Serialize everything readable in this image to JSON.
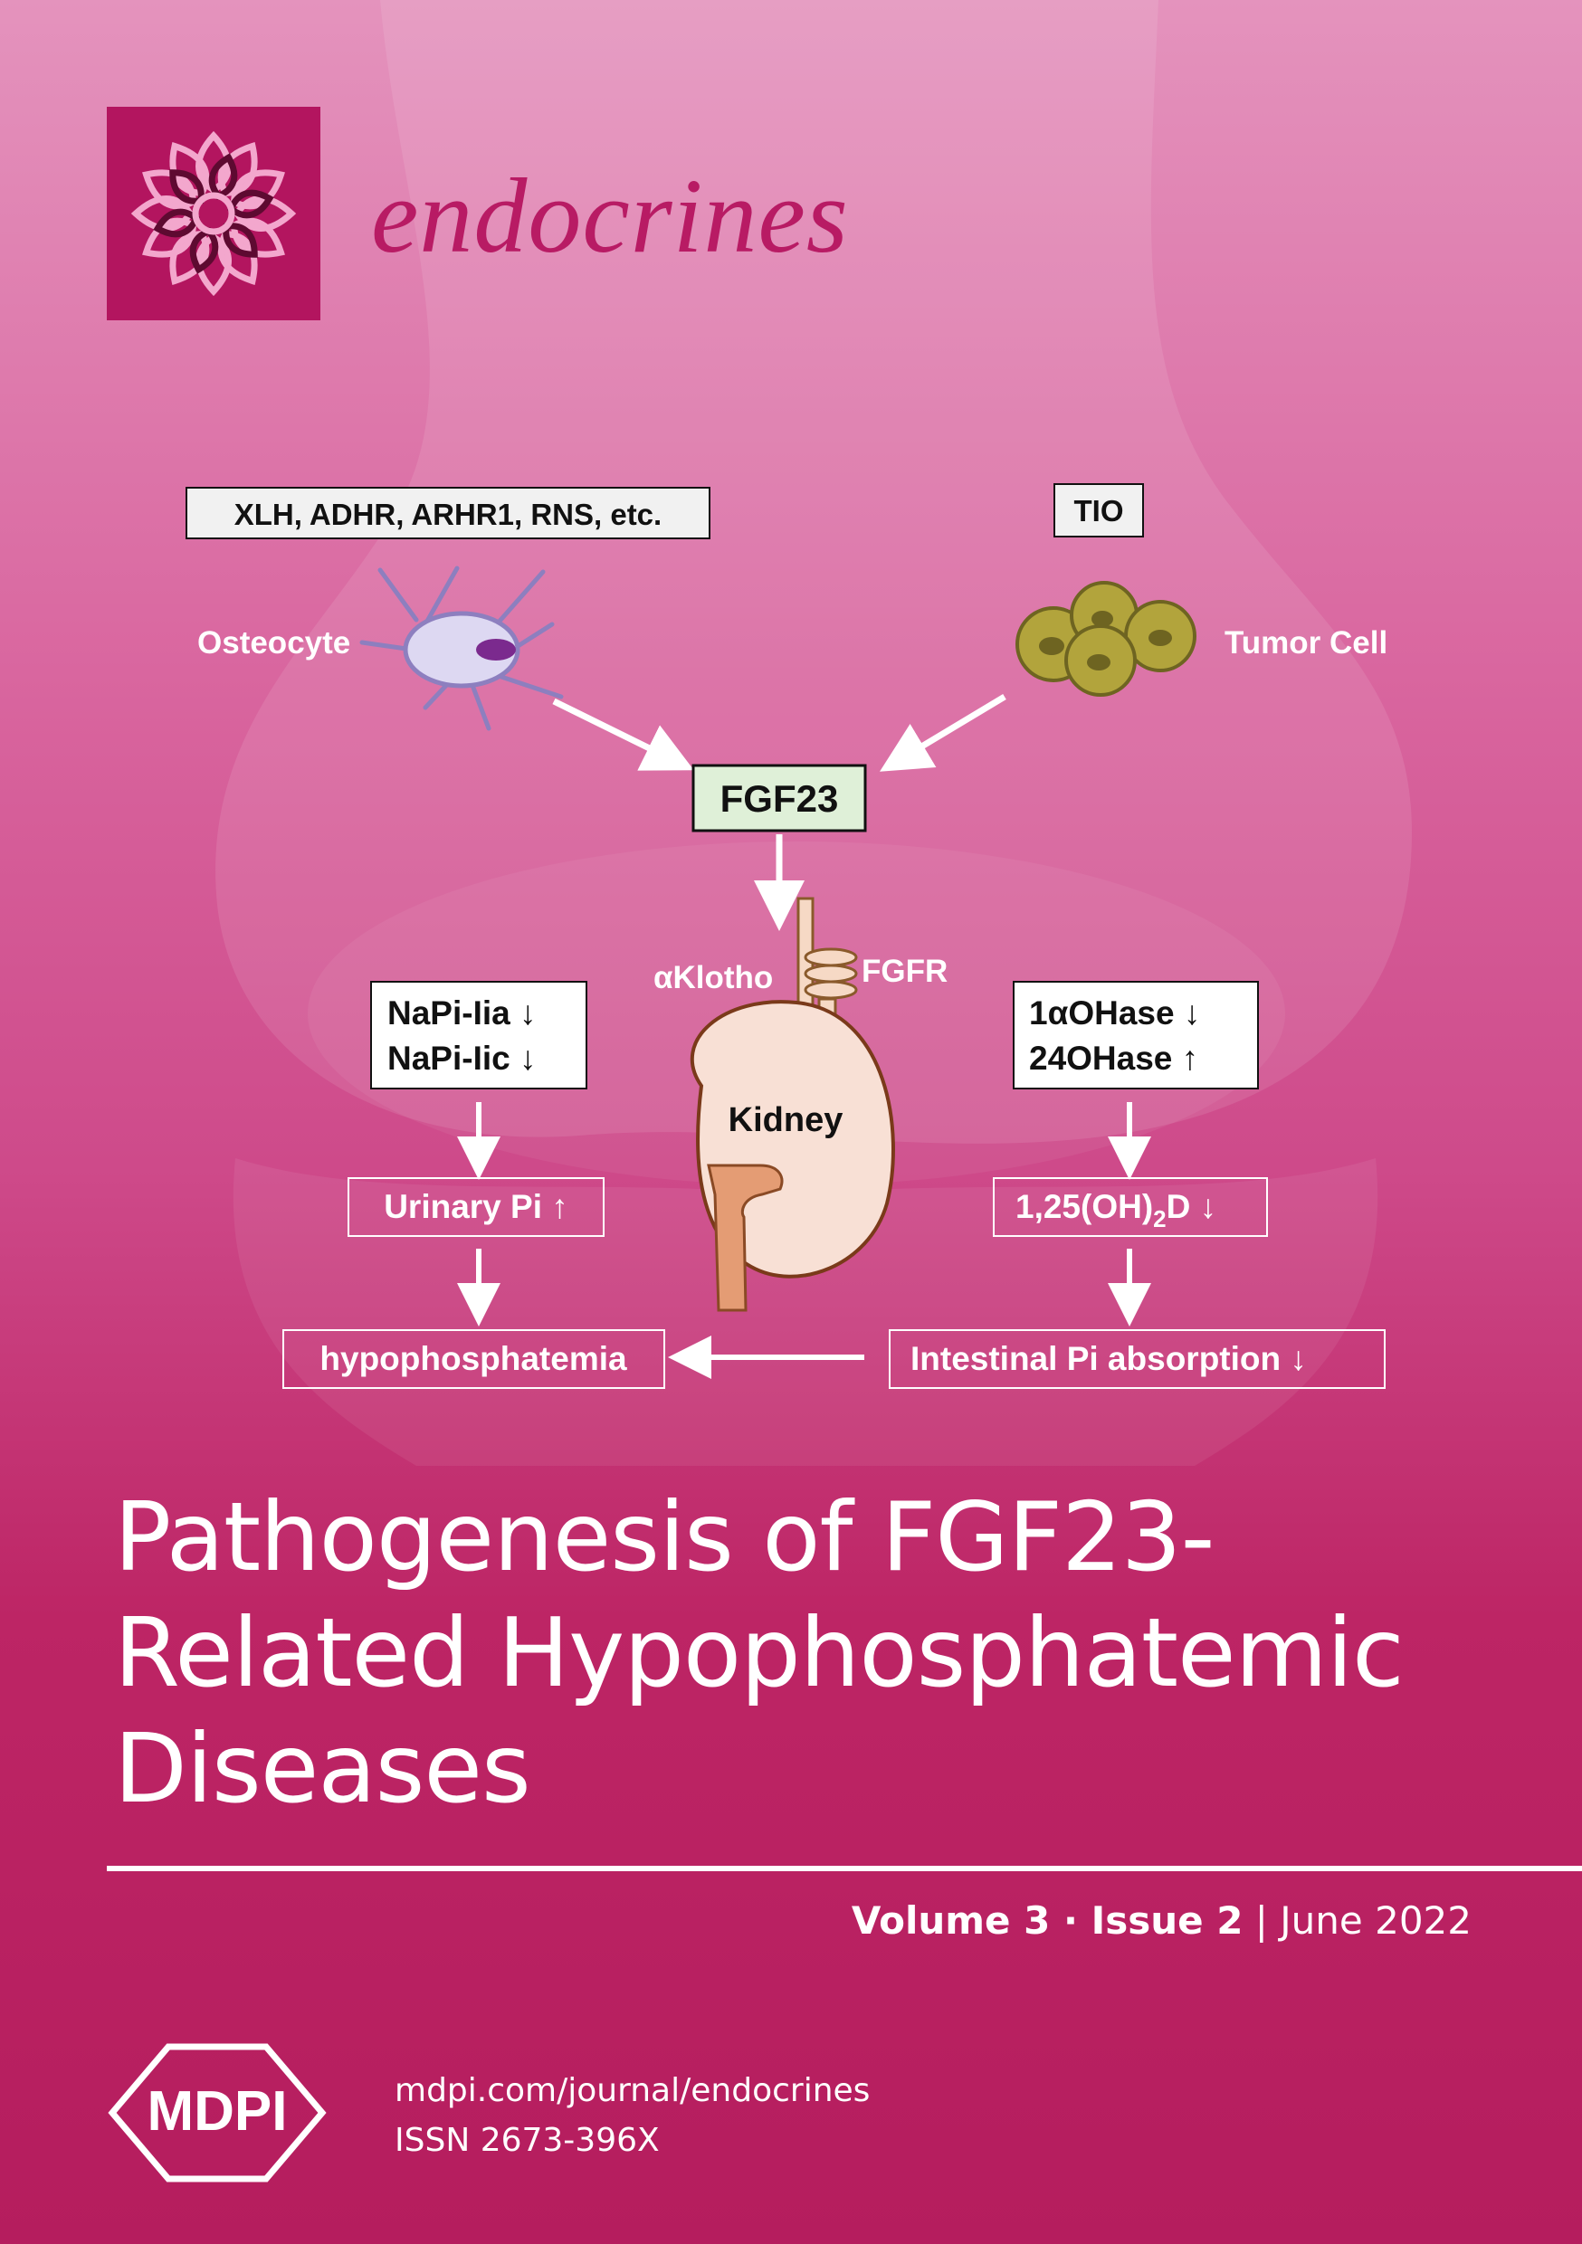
{
  "journal": {
    "name": "endocrines"
  },
  "diagram": {
    "causes_box": "XLH, ADHR, ARHR1, RNS, etc.",
    "tio_box": "TIO",
    "osteocyte": "Osteocyte",
    "tumor_cell": "Tumor  Cell",
    "fgf23": "FGF23",
    "aklotho": "αKlotho",
    "fgfr": "FGFR",
    "kidney": "Kidney",
    "napi_line1": "NaPi-Iia ↓",
    "napi_line2": "NaPi-Iic ↓",
    "ohase_line1": "1αOHase ↓",
    "ohase_line2": "24OHase ↑",
    "urinary_pi": "Urinary Pi ↑",
    "vitd_main": "1,25(OH)",
    "vitd_sub": "2",
    "vitd_tail": "D ↓",
    "hypophosphatemia": "hypophosphatemia",
    "intestinal": "Intestinal Pi absorption ↓"
  },
  "title": {
    "line1": "Pathogenesis of FGF23-",
    "line2": "Related Hypophosphatemic",
    "line3": "Diseases"
  },
  "issue": {
    "volume": "Volume 3",
    "sep": " · ",
    "issue": "Issue 2",
    "bar": " | ",
    "date": "June 2022"
  },
  "publisher": {
    "name": "MDPI",
    "url": "mdpi.com/journal/endocrines",
    "issn": "ISSN 2673-396X"
  },
  "colors": {
    "brand": "#b81b64",
    "background_bottom": "#b51d5e"
  }
}
